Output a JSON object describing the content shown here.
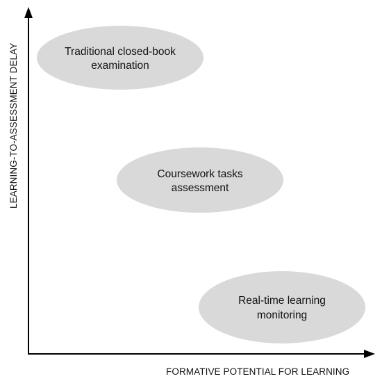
{
  "axes": {
    "x_label": "FORMATIVE POTENTIAL FOR LEARNING",
    "y_label": "LEARNING-TO-ASSESSMENT DELAY"
  },
  "nodes": [
    {
      "line1": "Traditional closed-book",
      "line2": "examination"
    },
    {
      "line1": "Coursework tasks",
      "line2": "assessment"
    },
    {
      "line1": "Real-time learning",
      "line2": "monitoring"
    }
  ],
  "colors": {
    "ellipse_fill": "#d9d9d9",
    "axis": "#000000",
    "text": "#111111"
  }
}
